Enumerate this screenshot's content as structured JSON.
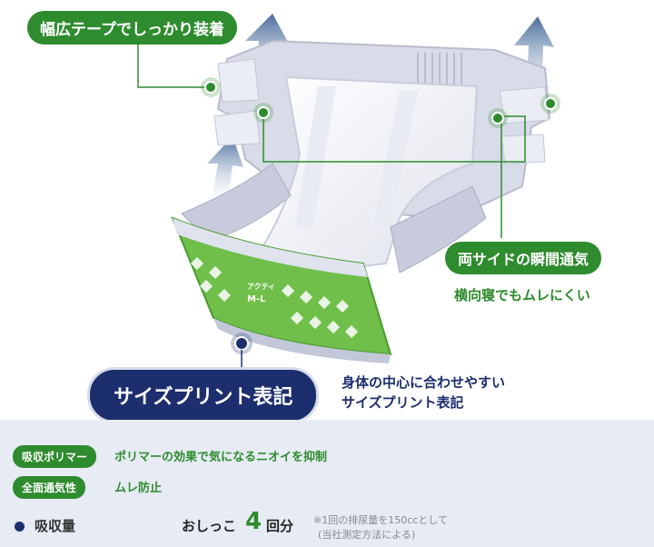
{
  "callouts": {
    "wide_tape": "幅広テープでしっかり装着",
    "side_ventilation": "両サイドの瞬間通気",
    "side_ventilation_sub": "横向寝でもムレにくい",
    "size_print": "サイズプリント表記",
    "size_print_sub_line1": "身体の中心に合わせやすい",
    "size_print_sub_line2": "サイズプリント表記"
  },
  "product_print": {
    "brand": "アクティ",
    "size": "M-L"
  },
  "features": [
    {
      "tag": "吸収ポリマー",
      "text": "ポリマーの効果で気になるニオイを抑制"
    },
    {
      "tag": "全面通気性",
      "text": "ムレ防止"
    }
  ],
  "absorption": {
    "label": "吸収量",
    "prefix": "おしっこ",
    "count": "4",
    "suffix": "回分",
    "note_line1": "※1回の排尿量を150ccとして",
    "note_line2": "(当社測定方法による)"
  },
  "colors": {
    "green": "#2e8b2e",
    "navy": "#1d2e6e",
    "arrow": "#5a7aa8",
    "bottom_bg": "#e6ebf4"
  }
}
